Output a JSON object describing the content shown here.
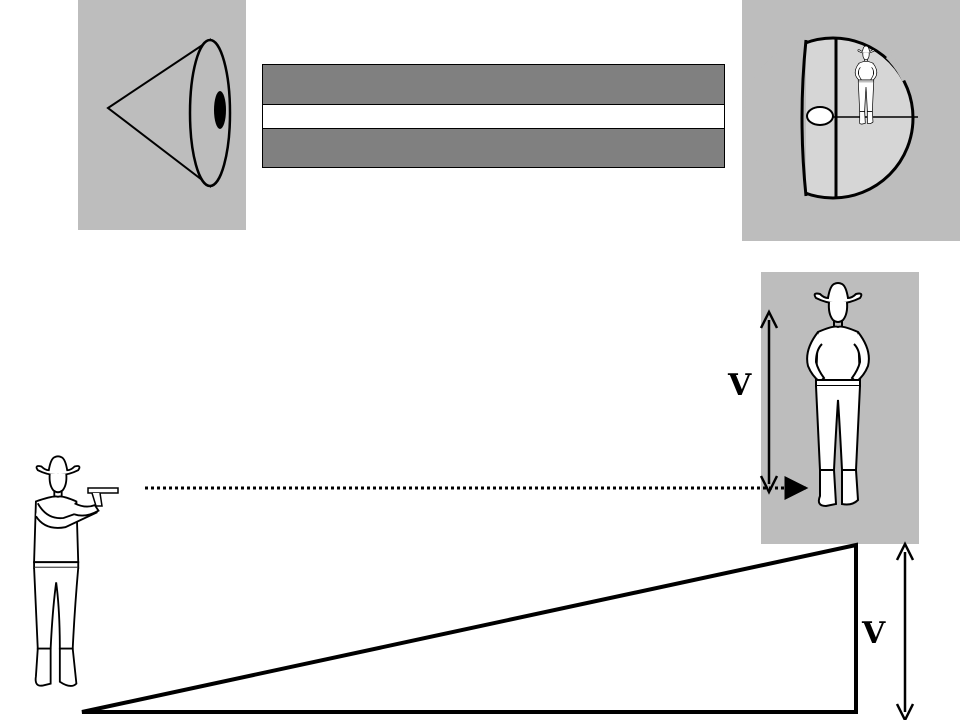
{
  "labels": {
    "target_height": "V",
    "elevation_height": "V"
  },
  "icons": {
    "eye": "eye-cone-icon",
    "scope_view": "scope-reticle-icon",
    "shooter": "cowboy-shooter-figure",
    "target": "cowboy-target-figure"
  },
  "colors": {
    "panel": "#bdbdbd",
    "tube": "#808080",
    "line": "#000000",
    "background": "#ffffff"
  }
}
